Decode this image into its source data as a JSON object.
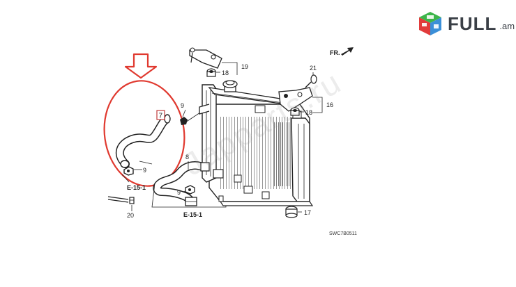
{
  "logo": {
    "text": "FULL",
    "tld": ".am",
    "colors": {
      "green": "#3cb54a",
      "red": "#e23b3b",
      "blue": "#3a8fd8"
    }
  },
  "watermark": {
    "text": "Japparts.ru"
  },
  "direction_label": "FR.",
  "diagram_code": "SWC7B0511",
  "part_labels": {
    "hose_upper": "7",
    "clamp_top": "9",
    "clamp_left": "9",
    "clamp_lower": "9",
    "hose_lower": "8",
    "bracket_top": "19",
    "cap_top": "18",
    "bolt": "21",
    "bracket_right": "16",
    "cap_right": "18",
    "drain_plug": "20",
    "bushing": "17",
    "ref_left": "E-15-1",
    "ref_bottom": "E-15-1"
  },
  "highlight": {
    "color": "#e0392f"
  }
}
